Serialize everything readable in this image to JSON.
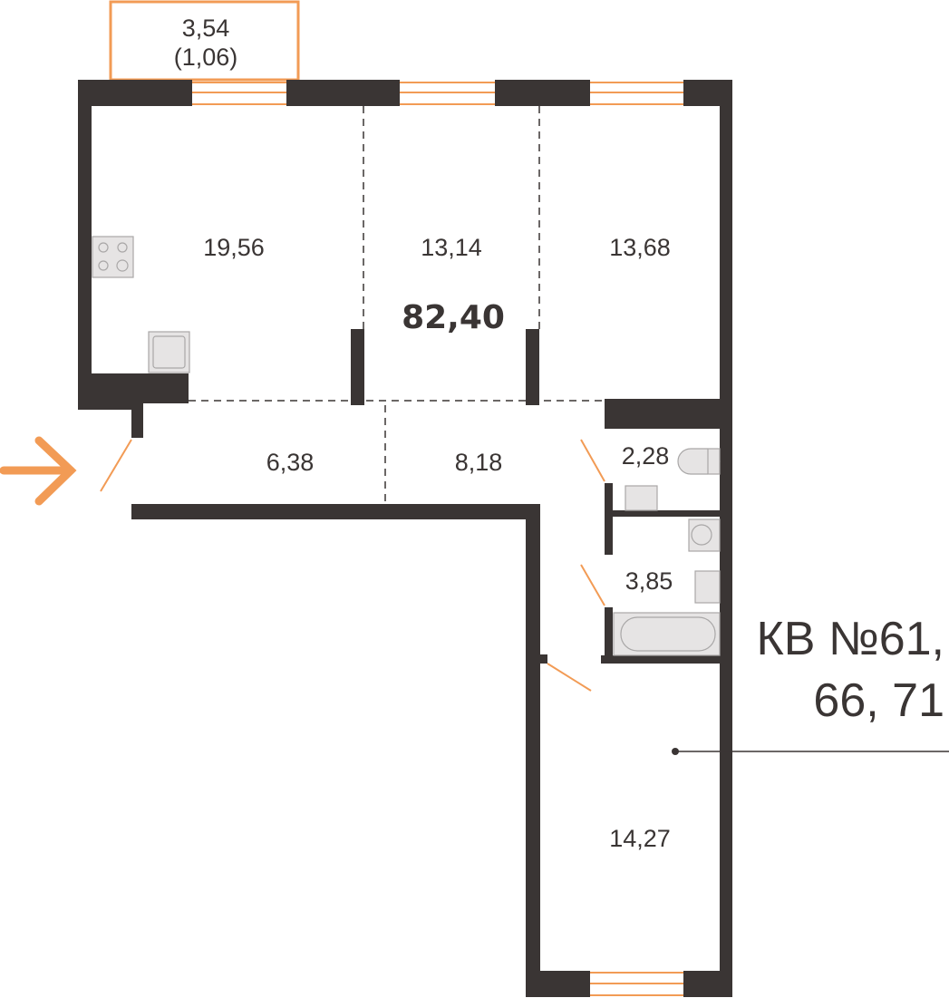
{
  "apartment": {
    "title_line1": "КВ №61,",
    "title_line2": "66, 71",
    "total_area": "82,40"
  },
  "balcony": {
    "area": "3,54",
    "area_reduced": "(1,06)"
  },
  "rooms": [
    {
      "name": "kitchen-living",
      "area": "19,56"
    },
    {
      "name": "room-middle",
      "area": "13,14"
    },
    {
      "name": "room-right",
      "area": "13,68"
    },
    {
      "name": "entrance-hall",
      "area": "6,38"
    },
    {
      "name": "corridor",
      "area": "8,18"
    },
    {
      "name": "toilet",
      "area": "2,28"
    },
    {
      "name": "bathroom",
      "area": "3,85"
    },
    {
      "name": "bedroom-bottom",
      "area": "14,27"
    }
  ],
  "colors": {
    "wall": "#3a3534",
    "accent": "#f29b55"
  }
}
